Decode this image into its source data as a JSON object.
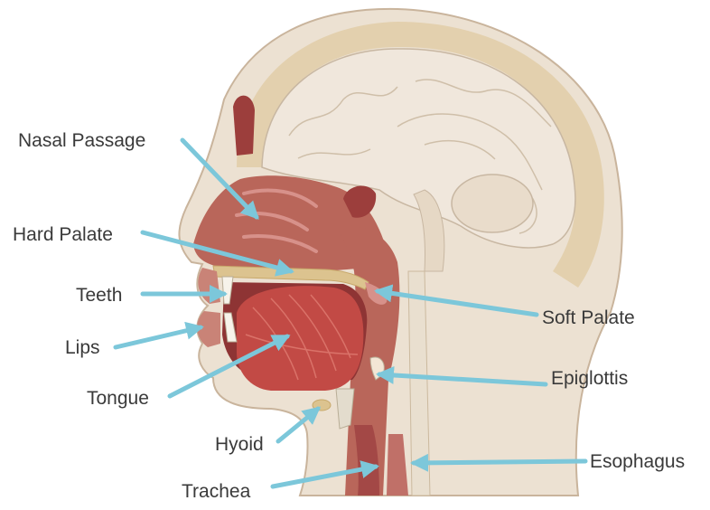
{
  "labels": {
    "nasal_passage": "Nasal Passage",
    "hard_palate": "Hard Palate",
    "teeth": "Teeth",
    "lips": "Lips",
    "tongue": "Tongue",
    "hyoid": "Hyoid",
    "trachea": "Trachea",
    "soft_palate": "Soft Palate",
    "epiglottis": "Epiglottis",
    "esophagus": "Esophagus"
  },
  "colors": {
    "skin": "#ece1d2",
    "skin_outline": "#c9b49c",
    "bone": "#dcc38f",
    "brain": "#f0e7dc",
    "cavity": "#b9665a",
    "muscle": "#c24a45",
    "arrow": "#7cc7da"
  }
}
